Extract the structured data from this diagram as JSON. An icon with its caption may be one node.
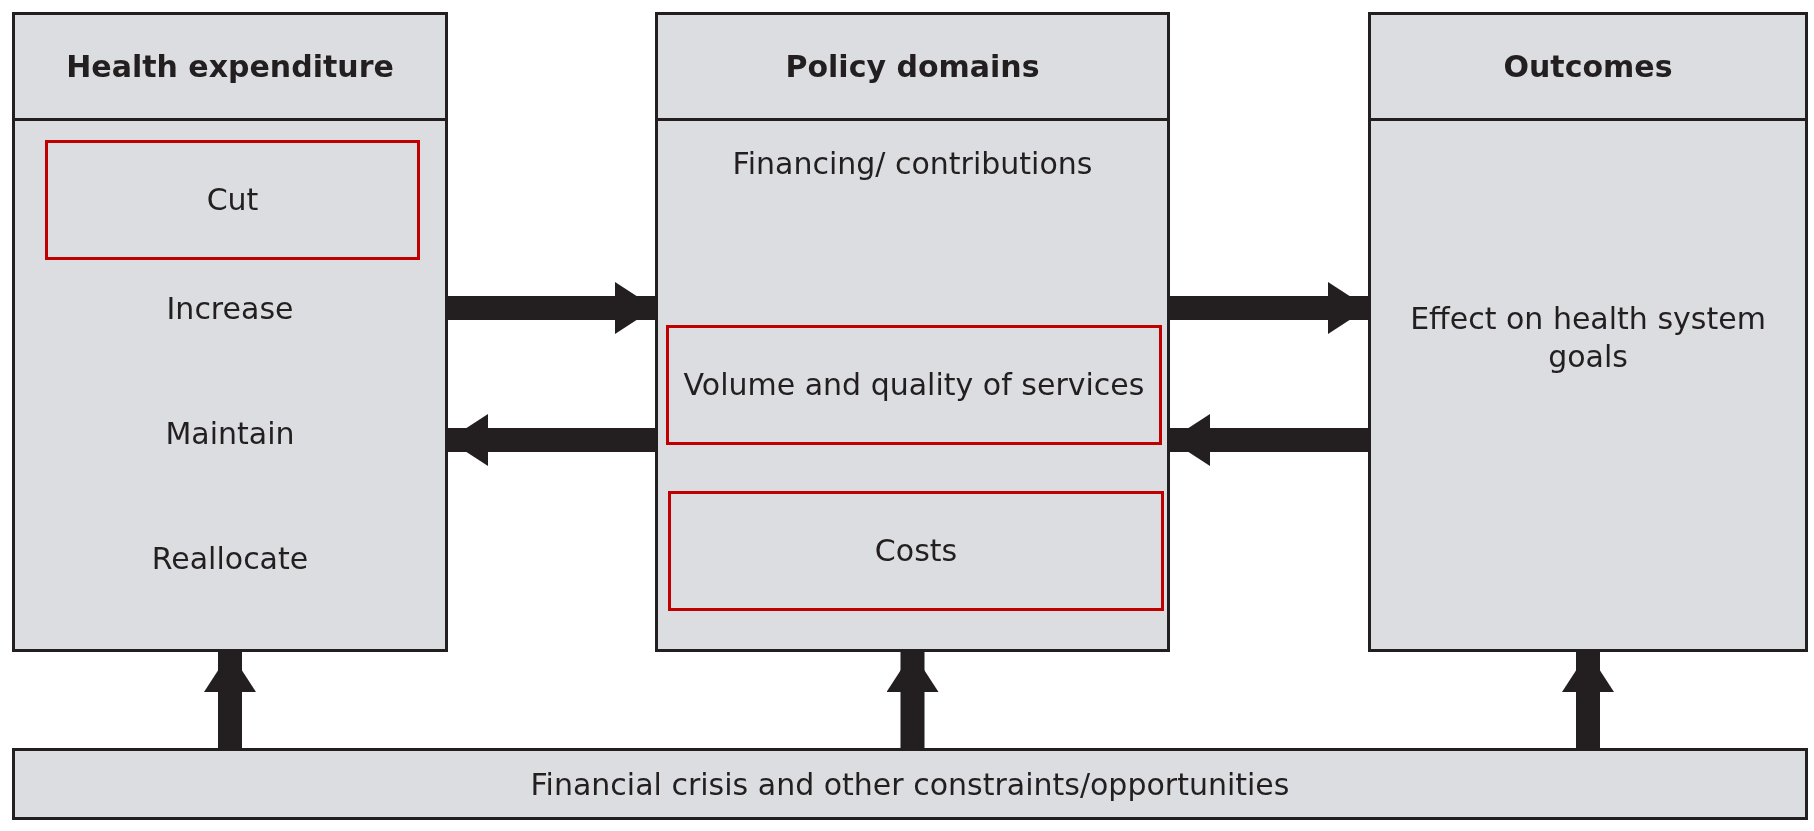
{
  "diagram": {
    "nodes": [
      {
        "text": [
          "Health expenditure",
          "Increase",
          "Maintain",
          "Reallocate"
        ]
      },
      {
        "text": [
          "Cut"
        ],
        "in": 0
      },
      {
        "text": [
          "Policy domains",
          "Financing/ contributions"
        ]
      },
      {
        "text": [
          "Volume and quality of services"
        ],
        "in": 2
      },
      {
        "text": [
          "Costs"
        ],
        "in": 2
      },
      {
        "text": [
          "Outcomes",
          "Effect on health system goals"
        ]
      },
      {
        "text": [
          "Financial crisis and other constraints/opportunities"
        ]
      }
    ],
    "edges": [
      {
        "from": 0,
        "to": 2,
        "arrow": "to"
      },
      {
        "from": 2,
        "to": 0,
        "arrow": "to"
      },
      {
        "from": 2,
        "to": 5,
        "arrow": "to"
      },
      {
        "from": 5,
        "to": 2,
        "arrow": "to"
      },
      {
        "from": 6,
        "to": 0,
        "arrow": "to"
      },
      {
        "from": 6,
        "to": 2,
        "arrow": "to"
      },
      {
        "from": 6,
        "to": 5,
        "arrow": "to"
      }
    ]
  }
}
